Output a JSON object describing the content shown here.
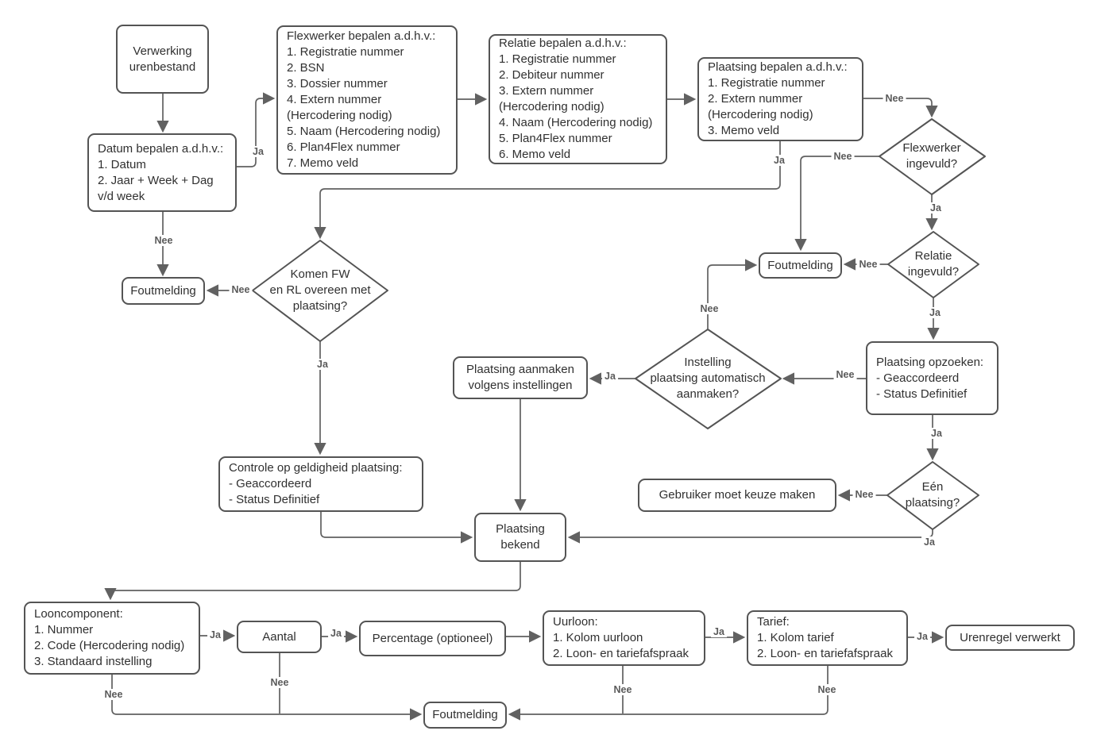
{
  "colors": {
    "node_border": "#545454",
    "connector": "#616161",
    "edge_label": "#5a5a5a",
    "node_text": "#303030",
    "background": "#ffffff"
  },
  "labels": {
    "ja": "Ja",
    "nee": "Nee"
  },
  "nodes": {
    "verwerking_urenbestand": {
      "text": "Verwerking\nurenbestand"
    },
    "datum_bepalen": {
      "text": "Datum bepalen a.d.h.v.:\n1. Datum\n2. Jaar + Week + Dag\nv/d week"
    },
    "flexwerker_bepalen": {
      "text": "Flexwerker bepalen a.d.h.v.:\n1. Registratie nummer\n2. BSN\n3. Dossier nummer\n4. Extern nummer\n(Hercodering nodig)\n5. Naam (Hercodering nodig)\n6. Plan4Flex nummer\n7. Memo veld"
    },
    "relatie_bepalen": {
      "text": "Relatie bepalen a.d.h.v.:\n1. Registratie nummer\n2. Debiteur nummer\n3. Extern nummer\n(Hercodering nodig)\n4. Naam (Hercodering nodig)\n5. Plan4Flex nummer\n6. Memo veld"
    },
    "plaatsing_bepalen": {
      "text": "Plaatsing bepalen a.d.h.v.:\n1. Registratie nummer\n2. Extern nummer\n(Hercodering nodig)\n3. Memo veld"
    },
    "flexwerker_ingevuld": {
      "text": "Flexwerker\ningevuld?"
    },
    "relatie_ingevuld": {
      "text": "Relatie\ningevuld?"
    },
    "foutmelding_datum": {
      "text": "Foutmelding"
    },
    "foutmelding_midden": {
      "text": "Foutmelding"
    },
    "foutmelding_onder": {
      "text": "Foutmelding"
    },
    "komen_fw_rl_overeen": {
      "text": "Komen FW\nen RL overeen met\nplaatsing?"
    },
    "instelling_automatisch": {
      "text": "Instelling\nplaatsing automatisch\naanmaken?"
    },
    "plaatsing_aanmaken": {
      "text": "Plaatsing aanmaken\nvolgens instellingen"
    },
    "plaatsing_opzoeken": {
      "text": "Plaatsing opzoeken:\n- Geaccordeerd\n- Status Definitief"
    },
    "controle_geldigheid": {
      "text": "Controle op geldigheid plaatsing:\n- Geaccordeerd\n- Status Definitief"
    },
    "gebruiker_keuze": {
      "text": "Gebruiker moet keuze maken"
    },
    "een_plaatsing": {
      "text": "Eén\nplaatsing?"
    },
    "plaatsing_bekend": {
      "text": "Plaatsing\nbekend"
    },
    "looncomponent": {
      "text": "Looncomponent:\n1. Nummer\n2. Code (Hercodering nodig)\n3. Standaard instelling"
    },
    "aantal": {
      "text": "Aantal"
    },
    "percentage": {
      "text": "Percentage (optioneel)"
    },
    "uurloon": {
      "text": "Uurloon:\n1. Kolom uurloon\n2. Loon- en tariefafspraak"
    },
    "tarief": {
      "text": "Tarief:\n1. Kolom tarief\n2. Loon- en tariefafspraak"
    },
    "urenregel_verwerkt": {
      "text": "Urenregel verwerkt"
    }
  }
}
